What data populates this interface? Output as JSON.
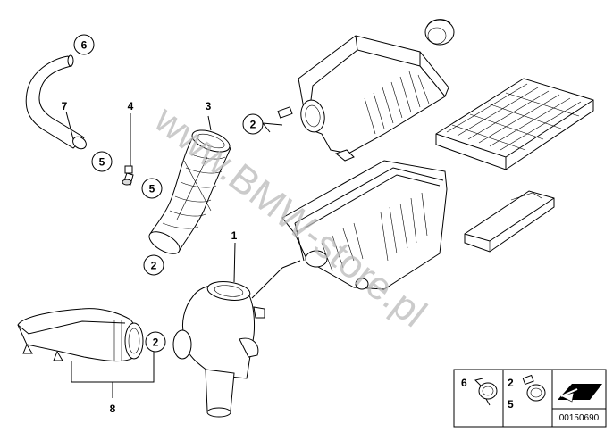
{
  "diagram": {
    "callouts": {
      "c1": "1",
      "c2a": "2",
      "c2b": "2",
      "c2c": "2",
      "c3": "3",
      "c4": "4",
      "c5a": "5",
      "c5b": "5",
      "c6": "6",
      "c7": "7",
      "c8": "8"
    },
    "watermark": "www.BMW-store.pl",
    "legend": {
      "left_number": "6",
      "right_top": "2",
      "right_bottom": "5"
    },
    "reference_number": "00150690"
  }
}
